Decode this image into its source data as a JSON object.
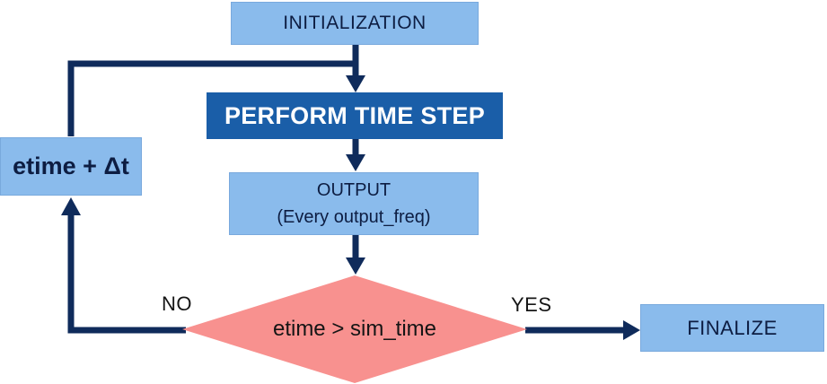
{
  "diagram": {
    "nodes": {
      "initialization": {
        "label": "INITIALIZATION"
      },
      "perform_time_step": {
        "label": "PERFORM TIME STEP"
      },
      "output": {
        "line1": "OUTPUT",
        "line2": "(Every output_freq)"
      },
      "decision": {
        "label": "etime > sim_time"
      },
      "finalize": {
        "label": "FINALIZE"
      },
      "etime_update": {
        "label": "etime + Δt"
      }
    },
    "edge_labels": {
      "no": "NO",
      "yes": "YES"
    },
    "colors": {
      "process_box_fill": "#8ABBEC",
      "emphasis_box_fill": "#1A5EA8",
      "decision_fill": "#F8918F",
      "connector_navy": "#0F2B5B",
      "box_text_dark": "#0D1D42",
      "emphasis_text": "#FFFFFF",
      "edge_label_text": "#151515"
    }
  }
}
